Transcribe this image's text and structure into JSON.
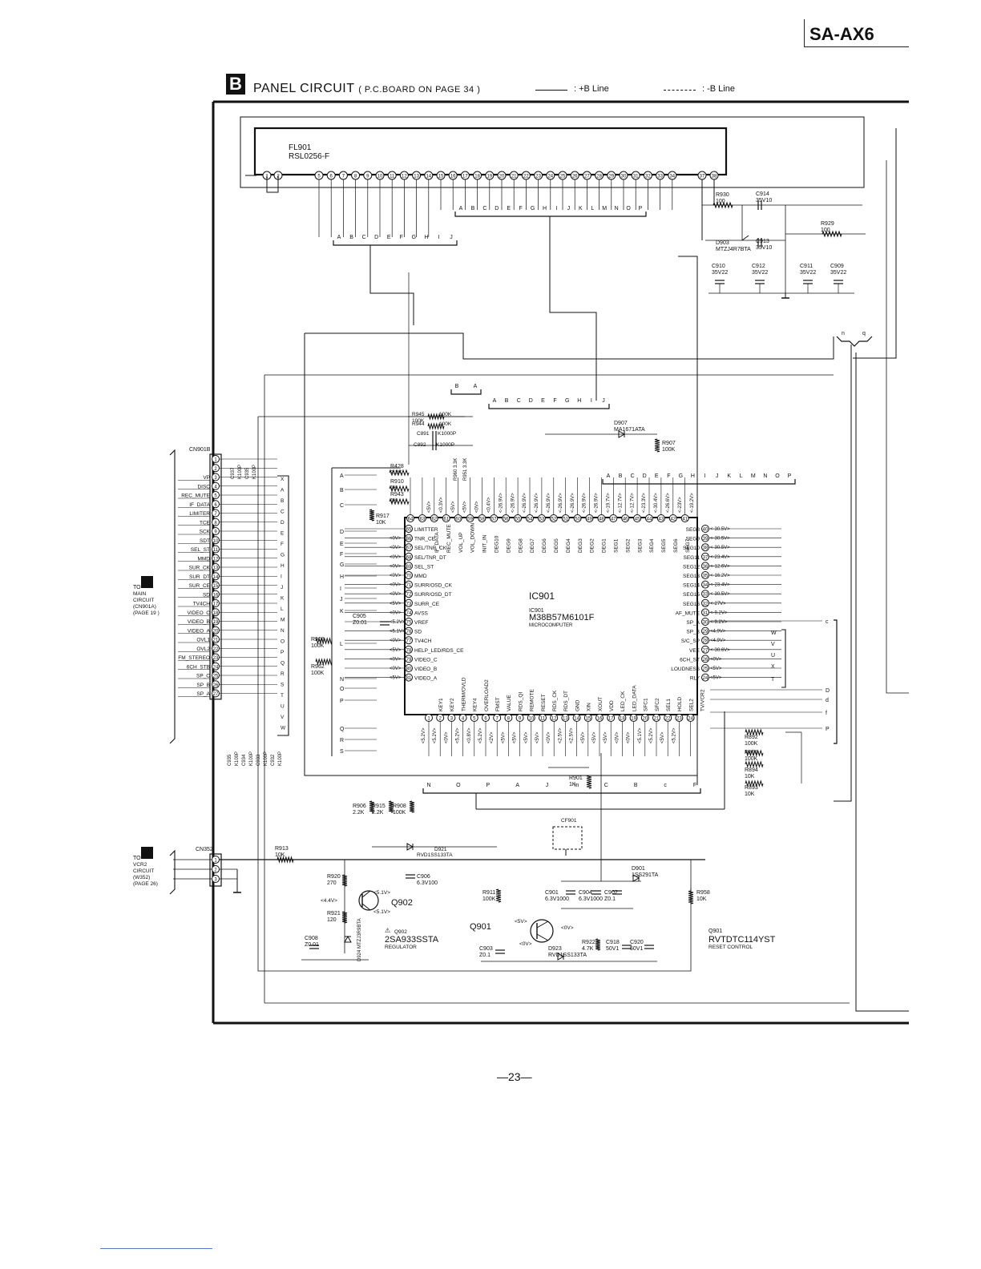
{
  "header": {
    "model": "SA-AX6",
    "section_letter": "B",
    "section_title": "PANEL CIRCUIT",
    "board_ref": "( P.C.BOARD ON PAGE 34 )",
    "legend_plus": ": +B Line",
    "legend_minus": ": -B Line"
  },
  "page_number": "—23—",
  "display": {
    "ref": "FL901",
    "part": "RSL0256-F",
    "pins": [
      "1",
      "2",
      "5",
      "6",
      "7",
      "8",
      "9",
      "10",
      "11",
      "12",
      "13",
      "14",
      "15",
      "16",
      "17",
      "18",
      "19",
      "20",
      "21",
      "22",
      "23",
      "24",
      "25",
      "26",
      "27",
      "28",
      "29",
      "30",
      "31",
      "32",
      "33",
      "34",
      "37",
      "38"
    ],
    "grid_bus_a": [
      "A",
      "B",
      "C",
      "D",
      "E",
      "F",
      "G",
      "H",
      "I",
      "J"
    ],
    "grid_bus_b": [
      "A",
      "B",
      "C",
      "D",
      "E",
      "F",
      "G",
      "H",
      "I",
      "J",
      "K",
      "L",
      "M",
      "N",
      "O",
      "P"
    ]
  },
  "ic": {
    "ref": "IC901",
    "ref2": "IC901",
    "part": "M38B57M6101F",
    "desc": "MICROCOMPUTER",
    "left_pins": [
      {
        "n": "65",
        "name": "LIMITTER",
        "v": ""
      },
      {
        "n": "66",
        "name": "TNR_CE",
        "v": "<0V>"
      },
      {
        "n": "67",
        "name": "SEL/TNR_CK",
        "v": "<0V>"
      },
      {
        "n": "68",
        "name": "SEL/TNR_DT",
        "v": "<0V>"
      },
      {
        "n": "69",
        "name": "SEL_ST",
        "v": "<0V>"
      },
      {
        "n": "70",
        "name": "MMD",
        "v": "<0V>"
      },
      {
        "n": "71",
        "name": "SURR/OSD_CK",
        "v": "<0V>"
      },
      {
        "n": "72",
        "name": "SURR/OSD_DT",
        "v": "<0V>"
      },
      {
        "n": "73",
        "name": "SURR_CE",
        "v": "<5V>"
      },
      {
        "n": "74",
        "name": "AVSS",
        "v": "<0V>"
      },
      {
        "n": "75",
        "name": "VREF",
        "v": "<5.2V>"
      },
      {
        "n": "76",
        "name": "SD",
        "v": "<5.1V>"
      },
      {
        "n": "77",
        "name": "TV4CH",
        "v": "<0V>"
      },
      {
        "n": "78",
        "name": "HELP_LED/RDS_CE",
        "v": "<5V>"
      },
      {
        "n": "79",
        "name": "VIDEO_C",
        "v": "<0V>"
      },
      {
        "n": "80",
        "name": "VIDEO_B",
        "v": "<0V>"
      },
      {
        "n": "81",
        "name": "VIDEO_A",
        "v": "<5V>"
      }
    ],
    "right_pins": [
      {
        "n": "40",
        "name": "SEG8",
        "v": "<-30.5V>"
      },
      {
        "n": "39",
        "name": "SEG9",
        "v": "<-30.5V>"
      },
      {
        "n": "38",
        "name": "SEG10",
        "v": "<-30.5V>"
      },
      {
        "n": "37",
        "name": "SEG11",
        "v": "<-23.4V>"
      },
      {
        "n": "36",
        "name": "SEG12",
        "v": "<-12.6V>"
      },
      {
        "n": "35",
        "name": "SEG13",
        "v": "<-16.2V>"
      },
      {
        "n": "34",
        "name": "SEG14",
        "v": "<-23.4V>"
      },
      {
        "n": "33",
        "name": "SEG15",
        "v": "<-30.5V>"
      },
      {
        "n": "32",
        "name": "SEG16",
        "v": "<-27V>"
      },
      {
        "n": "31",
        "name": "AF_MUTE",
        "v": "<-9.2V>"
      },
      {
        "n": "30",
        "name": "SP_A",
        "v": "<-9.2V>"
      },
      {
        "n": "29",
        "name": "SP_B",
        "v": "<4.9V>"
      },
      {
        "n": "28",
        "name": "S/C_SP",
        "v": "<4.9V>"
      },
      {
        "n": "27",
        "name": "VEE",
        "v": "<-30.6V>"
      },
      {
        "n": "26",
        "name": "6CH_ST",
        "v": "<0V>"
      },
      {
        "n": "25",
        "name": "LOUDNESS",
        "v": "<5V>"
      },
      {
        "n": "24",
        "name": "RLY",
        "v": "<5V>"
      }
    ],
    "top_pins": [
      "64",
      "63",
      "62",
      "61",
      "60",
      "59",
      "58",
      "57",
      "56",
      "55",
      "54",
      "53",
      "52",
      "51",
      "50",
      "49",
      "48",
      "47",
      "46",
      "45",
      "44",
      "43",
      "42",
      "41"
    ],
    "top_names": [
      "IF_DATA",
      "REC_MUTE",
      "VOL_UP",
      "VOL_DOWN",
      "INIT_IN",
      "DEG10",
      "DEG9",
      "DEG8",
      "DEG7",
      "DEG6",
      "DEG5",
      "DEG4",
      "DEG3",
      "DEG2",
      "DEG1",
      "SEG1",
      "SEG2",
      "SEG3",
      "SEG4",
      "SEG5",
      "SEG6",
      "SEG7"
    ],
    "top_volts": [
      "<5V>",
      "<0.3V>",
      "<5V>",
      "<5V>",
      "<0V>",
      "<0.4V>",
      "<-26.9V>",
      "<-26.9V>",
      "<-26.9V>",
      "<-26.9V>",
      "<-26.9V>",
      "<-26.9V>",
      "<-26.9V>",
      "<-26.9V>",
      "<-26.9V>",
      "<-19.7V>",
      "<-12.7V>",
      "<-12.7V>",
      "<-23.3V>",
      "<-30.4V>",
      "<-26.6V>",
      "<-23V>",
      "<-19.2V>"
    ],
    "bottom_pins": [
      "1",
      "2",
      "3",
      "4",
      "5",
      "6",
      "7",
      "8",
      "9",
      "10",
      "11",
      "12",
      "13",
      "14",
      "15",
      "16",
      "17",
      "18",
      "19",
      "20",
      "21",
      "22",
      "23",
      "24"
    ],
    "bottom_names": [
      "KEY1",
      "KEY2",
      "THERM/OVLD",
      "KEY4",
      "OVERLOAD2",
      "FMST",
      "VALUE",
      "RDS_QI",
      "REMOTE",
      "RESET",
      "RDS_CK",
      "RDS_DT",
      "GND",
      "XIN",
      "XOUT",
      "VDD",
      "LED_CK",
      "LED_DATA",
      "SFC1",
      "SFC2",
      "SEL1",
      "HOLD",
      "SEL2",
      "TV/VCR2"
    ],
    "bottom_volts": [
      "<5.2V>",
      "<5.2V>",
      "<0V>",
      "<5.2V>",
      "<0.8V>",
      "<5.2V>",
      "<2V>",
      "<5V>",
      "<5V>",
      "<5V>",
      "<5V>",
      "<0V>",
      "<2.5V>",
      "<2.5V>",
      "<5V>",
      "<5V>",
      "<5V>",
      "<0V>",
      "<0V>",
      "<5.1V>",
      "<5.2V>",
      "<5V>",
      "<5.2V>"
    ]
  },
  "cn901b": {
    "ref": "CN901B",
    "labels": [
      "",
      "",
      "VP",
      "DISC",
      "REC_MUTE",
      "IF_DATA",
      "LIMITER",
      "TCE",
      "SCK",
      "SDT",
      "SEL_ST",
      "MMD",
      "SUR_CK",
      "SUR_DT",
      "SUR_CE",
      "SD",
      "TV4CH",
      "VIDEO_C",
      "VIDEO_B",
      "VIDEO_A",
      "OVL1",
      "OVL2",
      "FM_STEREO",
      "6CH_STB",
      "SP_C",
      "SP_B",
      "SP_A"
    ],
    "bus_letters": [
      "X",
      "A",
      "B",
      "C",
      "D",
      "E",
      "F",
      "G",
      "H",
      "I",
      "J",
      "K",
      "L",
      "M",
      "N",
      "O",
      "P",
      "Q",
      "R",
      "S",
      "T",
      "U",
      "V",
      "W"
    ],
    "to_text": "TO",
    "to_letter": "A",
    "to_lines": [
      "MAIN",
      "CIRCUIT",
      "(CN901A)",
      "(PAGE 19 )"
    ],
    "caps_top": [
      "C937",
      "K100P",
      "C935",
      "K100P"
    ],
    "caps_bottom": [
      "C935",
      "K100P",
      "C934",
      "K100P",
      "C933",
      "K100P",
      "C932",
      "K100P"
    ]
  },
  "cn352": {
    "ref": "CN352",
    "pins": [
      "1",
      "2",
      "3"
    ],
    "to_text": "TO",
    "to_letter": "M",
    "to_lines": [
      "VCR2",
      "CIRCUIT",
      "(W352)",
      "(PAGE 26)"
    ]
  },
  "ic_left_letters": [
    "A",
    "B",
    "C",
    "D",
    "E",
    "F",
    "G",
    "H",
    "I",
    "J",
    "K",
    "L",
    "N",
    "O",
    "P",
    "Q",
    "R",
    "S"
  ],
  "ic_right_letters": [
    "W",
    "V",
    "U",
    "X",
    "T"
  ],
  "far_right_letters": [
    "c",
    "D",
    "d",
    "f",
    "P"
  ],
  "top_bus_left": [
    "B",
    "A"
  ],
  "top_bus_mid": [
    "A",
    "B",
    "C",
    "D",
    "E",
    "F",
    "G",
    "H",
    "I",
    "J"
  ],
  "top_bus_right": [
    "A",
    "B",
    "C",
    "D",
    "E",
    "F",
    "G",
    "H",
    "I",
    "J",
    "K",
    "L",
    "M",
    "N",
    "O",
    "P"
  ],
  "bottom_bus": [
    "N",
    "O",
    "P",
    "A",
    "J",
    "m",
    "C",
    "B",
    "c",
    "F"
  ],
  "nq_labels": [
    "n",
    "q"
  ],
  "components": [
    {
      "id": "r930",
      "ref": "R930",
      "val": "100"
    },
    {
      "id": "c914",
      "ref": "C914",
      "val": "35V10"
    },
    {
      "id": "r929",
      "ref": "R929",
      "val": "100"
    },
    {
      "id": "d903",
      "ref": "D903",
      "val": "MTZJ4R7BTA"
    },
    {
      "id": "c913",
      "ref": "C913",
      "val": "35V10"
    },
    {
      "id": "c910",
      "ref": "C910",
      "val": "35V22"
    },
    {
      "id": "c912",
      "ref": "C912",
      "val": "35V22"
    },
    {
      "id": "c911",
      "ref": "C911",
      "val": "35V22"
    },
    {
      "id": "c909",
      "ref": "C909",
      "val": "35V22"
    },
    {
      "id": "r945",
      "ref": "R945",
      "val": "100K"
    },
    {
      "id": "r944",
      "ref": "R944",
      "val": "100K"
    },
    {
      "id": "c891",
      "ref": "C891",
      "val": "K1000P"
    },
    {
      "id": "c892",
      "ref": "C892",
      "val": "K1000P"
    },
    {
      "id": "d907",
      "ref": "D907",
      "val": "MA1671ATA"
    },
    {
      "id": "r907",
      "ref": "R907",
      "val": "100K"
    },
    {
      "id": "r428",
      "ref": "R428",
      "val": "3.3K"
    },
    {
      "id": "r910",
      "ref": "R910",
      "val": "1K"
    },
    {
      "id": "r943",
      "ref": "R943",
      "val": "1K"
    },
    {
      "id": "r917",
      "ref": "R917",
      "val": "10K"
    },
    {
      "id": "r960",
      "ref": "R960",
      "val": "3.3K"
    },
    {
      "id": "r961",
      "ref": "R951",
      "val": "3.3K"
    },
    {
      "id": "c905",
      "ref": "C905",
      "val": "Z0.01"
    },
    {
      "id": "r909",
      "ref": "R909",
      "val": "100K"
    },
    {
      "id": "r962",
      "ref": "R962",
      "val": "100K"
    },
    {
      "id": "r892",
      "ref": "R892",
      "val": "100K"
    },
    {
      "id": "r891",
      "ref": "R891",
      "val": "100K"
    },
    {
      "id": "r894",
      "ref": "R894",
      "val": "10K"
    },
    {
      "id": "r893",
      "ref": "R893",
      "val": "10K"
    },
    {
      "id": "r901",
      "ref": "R901",
      "val": "1K"
    },
    {
      "id": "cf901",
      "ref": "CF901",
      "val": ""
    },
    {
      "id": "r906",
      "ref": "R906",
      "val": "2.2K"
    },
    {
      "id": "r915",
      "ref": "R915",
      "val": "2.2K"
    },
    {
      "id": "r908",
      "ref": "R908",
      "val": "100K"
    },
    {
      "id": "r913",
      "ref": "R913",
      "val": "10K"
    },
    {
      "id": "d921",
      "ref": "D921",
      "val": "RVD1SS133TA"
    },
    {
      "id": "r920",
      "ref": "R920",
      "val": "270"
    },
    {
      "id": "c906",
      "ref": "C906",
      "val": "6.3V100"
    },
    {
      "id": "r921",
      "ref": "R921",
      "val": "120"
    },
    {
      "id": "c908",
      "ref": "C908",
      "val": "Z0.01"
    },
    {
      "id": "d924",
      "ref": "D924",
      "val": "MTZJ3R9BTA"
    },
    {
      "id": "d901",
      "ref": "D901",
      "val": "1SS291TA"
    },
    {
      "id": "r911",
      "ref": "R911",
      "val": "100K"
    },
    {
      "id": "c901",
      "ref": "C901",
      "val": "6.3V1000"
    },
    {
      "id": "c904",
      "ref": "C904",
      "val": "6.3V1000"
    },
    {
      "id": "c902",
      "ref": "C902",
      "val": "Z0.1"
    },
    {
      "id": "r958",
      "ref": "R958",
      "val": "10K"
    },
    {
      "id": "c903",
      "ref": "C903",
      "val": "Z0.1"
    },
    {
      "id": "d923",
      "ref": "D923",
      "val": "RVD1SS133TA"
    },
    {
      "id": "r922",
      "ref": "R922",
      "val": "4.7K"
    },
    {
      "id": "c918",
      "ref": "C918",
      "val": "50V1"
    },
    {
      "id": "c920",
      "ref": "C920",
      "val": "50V1"
    }
  ],
  "q902": {
    "ref": "Q902",
    "part": "2SA933SSTA",
    "desc": "REGULATOR",
    "v_e": "<5.1V>",
    "v_b": "<4.4V>",
    "v_c": "<5.1V>"
  },
  "q901": {
    "ref": "Q901",
    "ref2": "Q901",
    "part": "RVTDTC114YST",
    "desc": "RESET CONTROL",
    "v_b": "<5V>",
    "v_e": "<0V>",
    "v_c": "<0V>"
  },
  "ic_misc": {
    "vref_v": "<5.2V>",
    "avss_v": "<0V>"
  }
}
